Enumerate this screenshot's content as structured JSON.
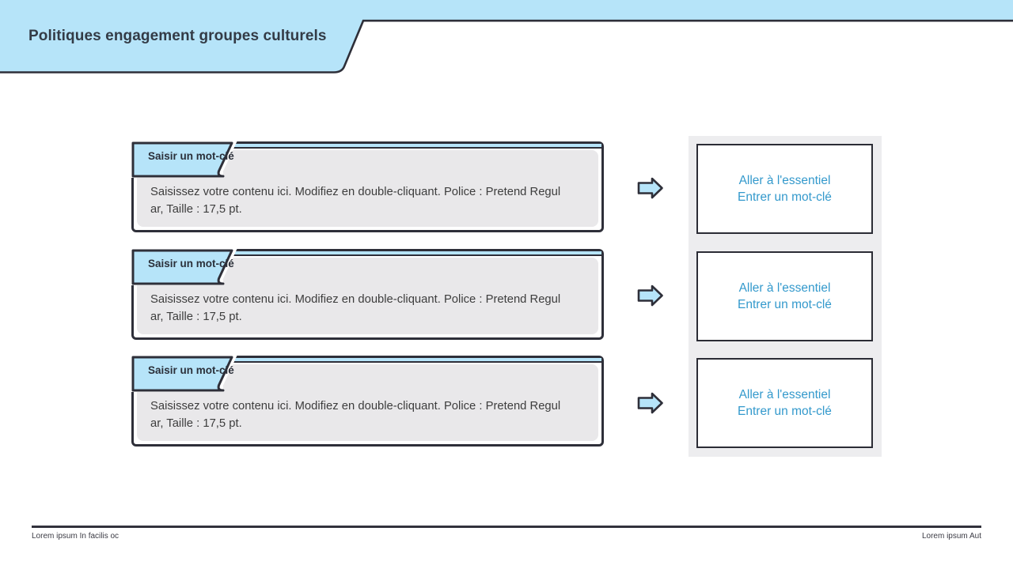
{
  "slide": {
    "title": "Politiques engagement groupes culturels",
    "rows": [
      {
        "tab_label": "Saisir un mot-clé",
        "body_line1": "Saisissez votre contenu ici. Modifiez en double-cliquant. Police : Pretend Regul",
        "body_line2": "ar, Taille : 17,5 pt.",
        "result_line1": "Aller à l'essentiel",
        "result_line2": "Entrer un mot-clé"
      },
      {
        "tab_label": "Saisir un mot-clé",
        "body_line1": "Saisissez votre contenu ici. Modifiez en double-cliquant. Police : Pretend Regul",
        "body_line2": "ar, Taille : 17,5 pt.",
        "result_line1": "Aller à l'essentiel",
        "result_line2": "Entrer un mot-clé"
      },
      {
        "tab_label": "Saisir un mot-clé",
        "body_line1": "Saisissez votre contenu ici. Modifiez en double-cliquant. Police : Pretend Regul",
        "body_line2": "ar, Taille : 17,5 pt.",
        "result_line1": "Aller à l'essentiel",
        "result_line2": "Entrer un mot-clé"
      }
    ],
    "footer": {
      "left": "Lorem ipsum In facilis oc",
      "right": "Lorem ipsum Aut"
    }
  },
  "colors": {
    "accent_blue": "#b6e4f9",
    "outline": "#2e2f39",
    "panel_gray": "#e9e8ea",
    "column_gray": "#ededef",
    "link_blue": "#3399cc",
    "title_text": "#333b46",
    "body_text": "#3d3d3d",
    "footer_text": "#3b3b44"
  }
}
